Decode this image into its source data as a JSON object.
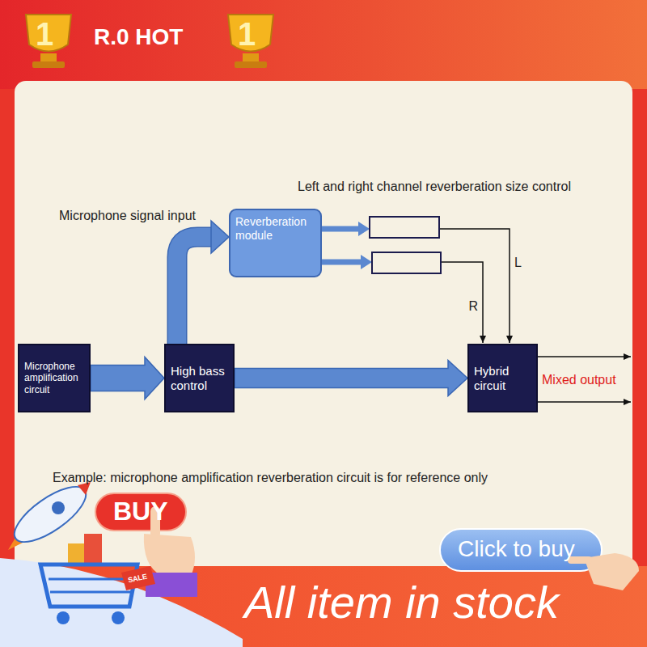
{
  "diagram": {
    "nodes": [
      {
        "text": [
          "Microphone amplification circuit"
        ]
      },
      {
        "text": [
          "High bass control"
        ]
      },
      {
        "text": [
          "Reverberation module"
        ]
      },
      {
        "text": [
          "Hybrid circuit"
        ]
      }
    ],
    "edges": [
      {
        "from": 0,
        "to": 1,
        "arrow": "to"
      },
      {
        "from": 1,
        "to": 2,
        "arrow": "to"
      },
      {
        "from": 1,
        "to": 3,
        "arrow": "to"
      },
      {
        "from": 2,
        "to": 3,
        "label": "L",
        "arrow": "to"
      },
      {
        "from": 2,
        "to": 3,
        "label": "R",
        "arrow": "to"
      }
    ],
    "labels": [
      "1",
      "R.0 HOT",
      "1",
      "Left and right channel reverberation size control",
      "Microphone signal input",
      "Mixed output",
      "Example: microphone amplification reverberation circuit is for reference only",
      "BUY",
      "Click to buy",
      "SALE",
      "All item in stock"
    ]
  }
}
